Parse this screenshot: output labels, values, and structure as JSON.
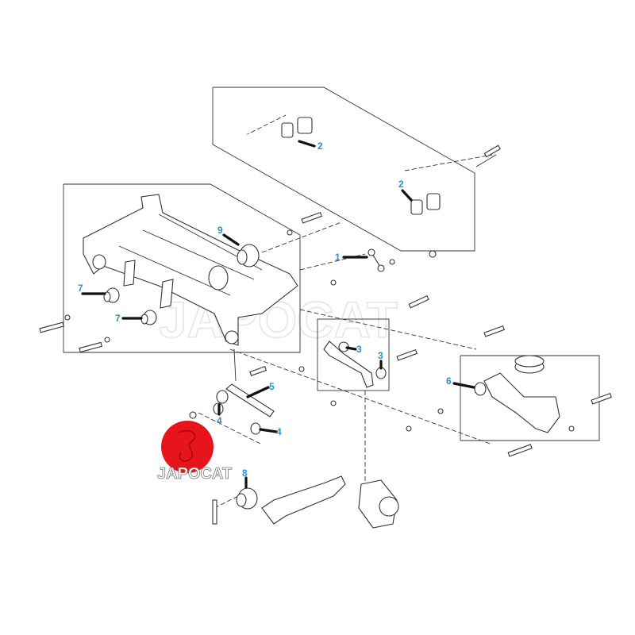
{
  "diagram": {
    "watermark": "JAPOCAT",
    "logo_text": "JAPOCAT",
    "label_color": "#2a8fd0",
    "logo_color": "#e8141b",
    "callouts": [
      {
        "id": "2a",
        "number": "2"
      },
      {
        "id": "2b",
        "number": "2"
      },
      {
        "id": "9",
        "number": "9"
      },
      {
        "id": "1",
        "number": "1"
      },
      {
        "id": "7a",
        "number": "7"
      },
      {
        "id": "7b",
        "number": "7"
      },
      {
        "id": "3a",
        "number": "3"
      },
      {
        "id": "3b",
        "number": "3"
      },
      {
        "id": "5",
        "number": "5"
      },
      {
        "id": "6",
        "number": "6"
      },
      {
        "id": "4a",
        "number": "4"
      },
      {
        "id": "4b",
        "number": "4"
      },
      {
        "id": "8",
        "number": "8"
      }
    ]
  }
}
